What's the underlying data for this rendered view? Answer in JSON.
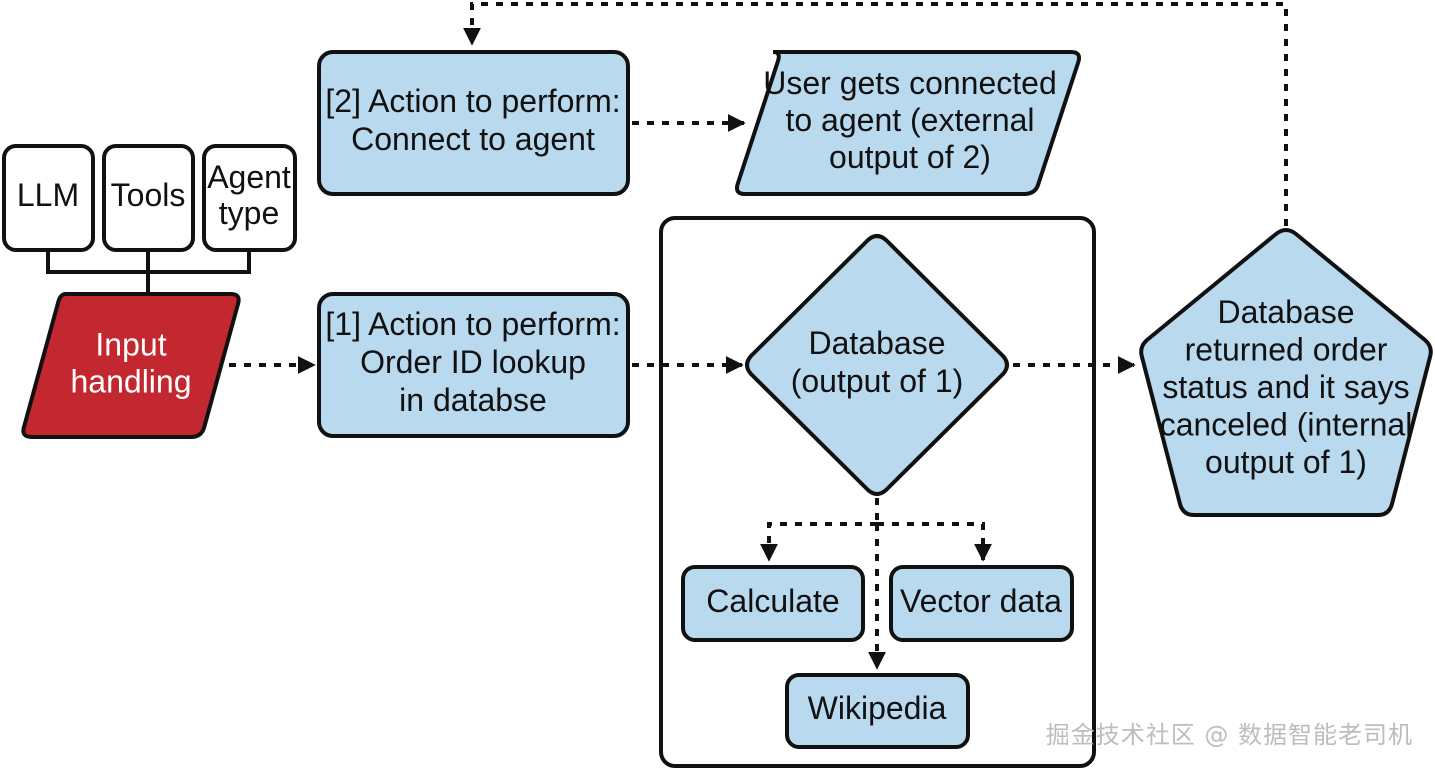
{
  "colors": {
    "node_fill": "#b9d9ee",
    "input_fill": "#c3272f",
    "stroke": "#111111",
    "box_fill": "#ffffff"
  },
  "nodes": {
    "llm": [
      "LLM"
    ],
    "tools": [
      "Tools"
    ],
    "agent_type": [
      "Agent",
      "type"
    ],
    "input_handling": [
      "Input",
      "handling"
    ],
    "action_1": [
      "[1] Action to perform:",
      "Order ID lookup",
      "in databse"
    ],
    "action_2": [
      "[2] Action to perform:",
      "Connect to agent"
    ],
    "user_connected": [
      "User gets connected",
      "to agent (external",
      "output of 2)"
    ],
    "database": [
      "Database",
      "(output of 1)"
    ],
    "database_result": [
      "Database",
      "returned order",
      "status and it says",
      "canceled (internal",
      "output of 1)"
    ],
    "calculate": [
      "Calculate"
    ],
    "vector_data": [
      "Vector data"
    ],
    "wikipedia": [
      "Wikipedia"
    ]
  },
  "watermark": "掘金技术社区 @ 数据智能老司机"
}
